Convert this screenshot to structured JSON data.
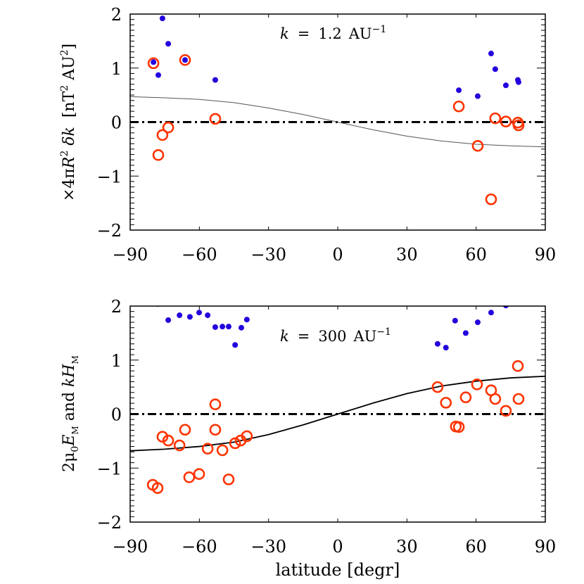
{
  "colors": {
    "circle": "#ff3300",
    "dot": "#2200dd",
    "axis": "#000000",
    "curve_top": "#555555",
    "curve_bottom": "#000000"
  },
  "chart_data": [
    {
      "type": "scatter",
      "title": "",
      "annotation": "k = 1.2 AU⁻¹",
      "annotation_parts": {
        "var": "k",
        "eq": "=",
        "value": "1.2",
        "unit": "AU",
        "exp": "−1"
      },
      "xlabel": "",
      "ylabel": "×4πR² δk [nT² AU²]",
      "ylabel_parts": {
        "prefix": "×4π",
        "R": "R",
        "R_exp": "2",
        "dk": " δk ",
        "unit": "[nT",
        "u_exp": "2",
        "unit2": " AU",
        "u2_exp": "2",
        "close": "]"
      },
      "xlim": [
        -90,
        90
      ],
      "ylim": [
        -2,
        2
      ],
      "xticks": [
        -90,
        -60,
        -30,
        0,
        30,
        60,
        90
      ],
      "xtick_labels": [
        "−90",
        "−60",
        "−30",
        "0",
        "30",
        "60",
        "90"
      ],
      "yticks": [
        -2,
        -1,
        0,
        1,
        2
      ],
      "ytick_labels": [
        "−2",
        "−1",
        "0",
        "1",
        "2"
      ],
      "reference_line": {
        "y": 0,
        "style": "dash-dot"
      },
      "series": [
        {
          "name": "blue dots",
          "marker": "filled-circle",
          "x": [
            -79.9,
            -77.8,
            -76.0,
            -73.5,
            -66.2,
            -53.1,
            52.5,
            60.7,
            66.5,
            68.3,
            72.9,
            78.1,
            78.4
          ],
          "y": [
            1.11,
            0.87,
            1.92,
            1.45,
            1.15,
            0.78,
            0.59,
            0.48,
            1.27,
            0.98,
            0.68,
            0.78,
            0.74
          ]
        },
        {
          "name": "red circles",
          "marker": "open-circle",
          "x": [
            -79.9,
            -77.8,
            -76.0,
            -73.5,
            -66.2,
            -53.1,
            52.5,
            60.7,
            66.5,
            68.3,
            72.9,
            78.1,
            78.4
          ],
          "y": [
            1.09,
            -0.61,
            -0.24,
            -0.1,
            1.15,
            0.06,
            0.29,
            -0.44,
            -1.43,
            0.07,
            0.01,
            -0.01,
            -0.06
          ]
        },
        {
          "name": "model curve",
          "marker": "line",
          "x": [
            -90,
            -75,
            -60,
            -45,
            -30,
            -15,
            0,
            15,
            30,
            45,
            60,
            75,
            90
          ],
          "y": [
            0.47,
            0.45,
            0.42,
            0.36,
            0.26,
            0.14,
            0.0,
            -0.14,
            -0.26,
            -0.35,
            -0.41,
            -0.44,
            -0.46
          ]
        }
      ]
    },
    {
      "type": "scatter",
      "title": "",
      "annotation": "k = 300 AU⁻¹",
      "annotation_parts": {
        "var": "k",
        "eq": "=",
        "value": "300",
        "unit": "AU",
        "exp": "−1"
      },
      "xlabel": "latitude [degr]",
      "ylabel": "2μ₀E_M and kH_M",
      "ylabel_parts": {
        "a": "2μ",
        "a_sub": "0",
        "E": "E",
        "E_sub": "M",
        "and": " and ",
        "k": "kH",
        "k_sub": "M"
      },
      "xlim": [
        -90,
        90
      ],
      "ylim": [
        -2,
        2
      ],
      "xticks": [
        -90,
        -60,
        -30,
        0,
        30,
        60,
        90
      ],
      "xtick_labels": [
        "−90",
        "−60",
        "−30",
        "0",
        "30",
        "60",
        "90"
      ],
      "yticks": [
        -2,
        -1,
        0,
        1,
        2
      ],
      "ytick_labels": [
        "−2",
        "−1",
        "0",
        "1",
        "2"
      ],
      "reference_line": {
        "y": 0,
        "style": "dash-dot"
      },
      "series": [
        {
          "name": "blue dots",
          "marker": "filled-circle",
          "x": [
            -78.1,
            -73.5,
            -68.6,
            -64.1,
            -60.1,
            -56.4,
            -53.1,
            -50.0,
            -47.3,
            -44.5,
            -41.8,
            -39.4,
            43.3,
            46.9,
            50.9,
            55.5,
            60.7,
            66.5,
            72.9
          ],
          "y": [
            2.04,
            1.74,
            1.83,
            1.8,
            1.88,
            1.83,
            1.61,
            1.62,
            1.62,
            1.28,
            1.6,
            1.75,
            1.3,
            1.23,
            1.73,
            1.5,
            1.7,
            1.88,
            2.01
          ]
        },
        {
          "name": "red circles",
          "marker": "open-circle",
          "x": [
            -80.2,
            -78.1,
            -76.0,
            -73.5,
            -68.6,
            -66.2,
            -64.4,
            -60.1,
            -56.4,
            -53.1,
            -53.1,
            -50.0,
            -47.3,
            -44.5,
            -42.1,
            -39.4,
            43.3,
            46.9,
            51.2,
            52.5,
            55.5,
            60.4,
            66.5,
            68.3,
            72.9,
            78.1,
            78.4
          ],
          "y": [
            -1.31,
            -1.37,
            -0.42,
            -0.49,
            -0.58,
            -0.29,
            -1.17,
            -1.11,
            -0.64,
            0.18,
            -0.29,
            -0.67,
            -1.21,
            -0.54,
            -0.49,
            -0.41,
            0.5,
            0.21,
            -0.23,
            -0.24,
            0.31,
            0.55,
            0.44,
            0.28,
            0.06,
            0.89,
            0.28
          ]
        },
        {
          "name": "model curve",
          "marker": "line",
          "x": [
            -90,
            -75,
            -60,
            -45,
            -30,
            -15,
            0,
            15,
            30,
            45,
            60,
            75,
            90
          ],
          "y": [
            -0.68,
            -0.65,
            -0.6,
            -0.52,
            -0.38,
            -0.2,
            0.0,
            0.2,
            0.38,
            0.52,
            0.61,
            0.67,
            0.7
          ]
        }
      ]
    }
  ]
}
